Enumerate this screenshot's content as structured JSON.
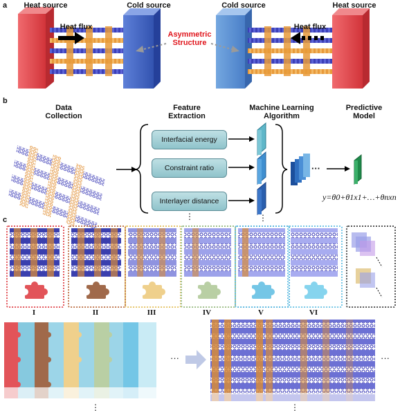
{
  "panels": {
    "a": "a",
    "b": "b",
    "c": "c"
  },
  "panel_a": {
    "left_heat_label": "Heat source",
    "left_cold_label": "Cold source",
    "right_cold_label": "Cold source",
    "right_heat_label": "Heat source",
    "left_flux_label": "Heat flux",
    "right_flux_label": "Heat flux",
    "center_label_line1": "Asymmetric",
    "center_label_line2": "Structure"
  },
  "panel_b": {
    "col1_line1": "Data",
    "col1_line2": "Collection",
    "col2_line1": "Feature",
    "col2_line2": "Extraction",
    "col3_line1": "Machine Learning",
    "col3_line2": "Algorithm",
    "col4_line1": "Predictive",
    "col4_line2": "Model",
    "features": [
      "Interfacial energy",
      "Constraint ratio",
      "Interlayer distance"
    ],
    "vdots": "⋮",
    "hdots": "···",
    "equation": "y=θ0+θ1x1+…+θnxn"
  },
  "panel_c": {
    "labels": [
      "I",
      "II",
      "III",
      "IV",
      "V",
      "VI"
    ],
    "vdots": "⋮",
    "hdots": "···"
  },
  "colors": {
    "heat": "#e8454a",
    "cold": "#4468c4",
    "accent": "#e0161d",
    "puzzle": [
      "#e25459",
      "#a0694a",
      "#efd08c",
      "#b9cfa4",
      "#74c6e6",
      "#86d4ee"
    ],
    "frames": [
      "#e25459",
      "#c17a52",
      "#e6c56a",
      "#9fbf8a",
      "#5fb9e0",
      "#74c6e6"
    ]
  }
}
